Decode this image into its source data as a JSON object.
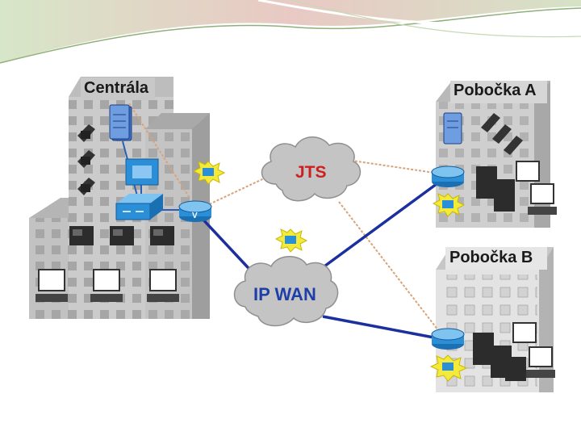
{
  "diagram": {
    "sites": {
      "central": {
        "label": "Centrála"
      },
      "branch_a": {
        "label": "Pobočka A"
      },
      "branch_b": {
        "label": "Pobočka B"
      }
    },
    "clouds": {
      "pstn": {
        "label": "JTS"
      },
      "wan": {
        "label": "IP WAN"
      }
    },
    "router_glyph": "V",
    "colors": {
      "cloud_text_pstn": "#cc1f1f",
      "cloud_text_wan": "#1f3fa8",
      "wan_link": "#1c2f9e",
      "pstn_link": "#d9a37a",
      "building": "#c9c9c9",
      "device_blue": "#2b8fd8"
    },
    "icons": [
      "server-icon",
      "ip-phone-icon",
      "switch-icon",
      "router-icon",
      "pc-icon",
      "voice-gateway-icon"
    ]
  }
}
